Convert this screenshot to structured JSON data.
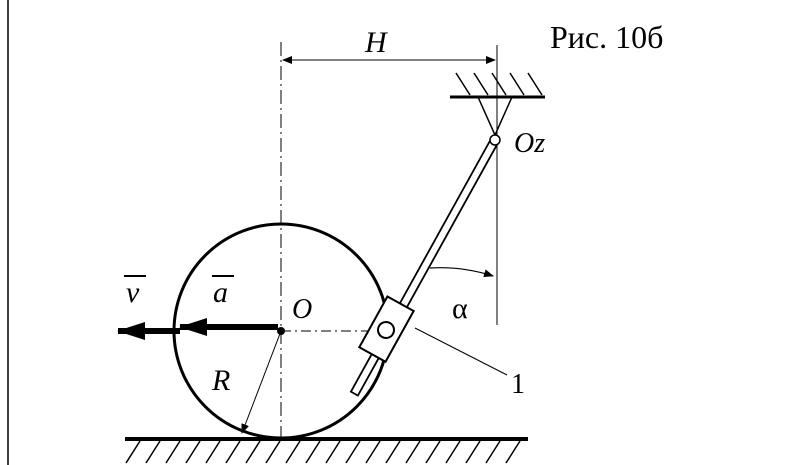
{
  "figure_label": "Рис. 10б",
  "labels": {
    "H": "H",
    "Oz": "Oz",
    "alpha": "α",
    "O": "O",
    "R": "R",
    "v": "v",
    "a": "a",
    "link_number": "1"
  },
  "colors": {
    "ink": "#000000",
    "background": "#ffffff"
  }
}
